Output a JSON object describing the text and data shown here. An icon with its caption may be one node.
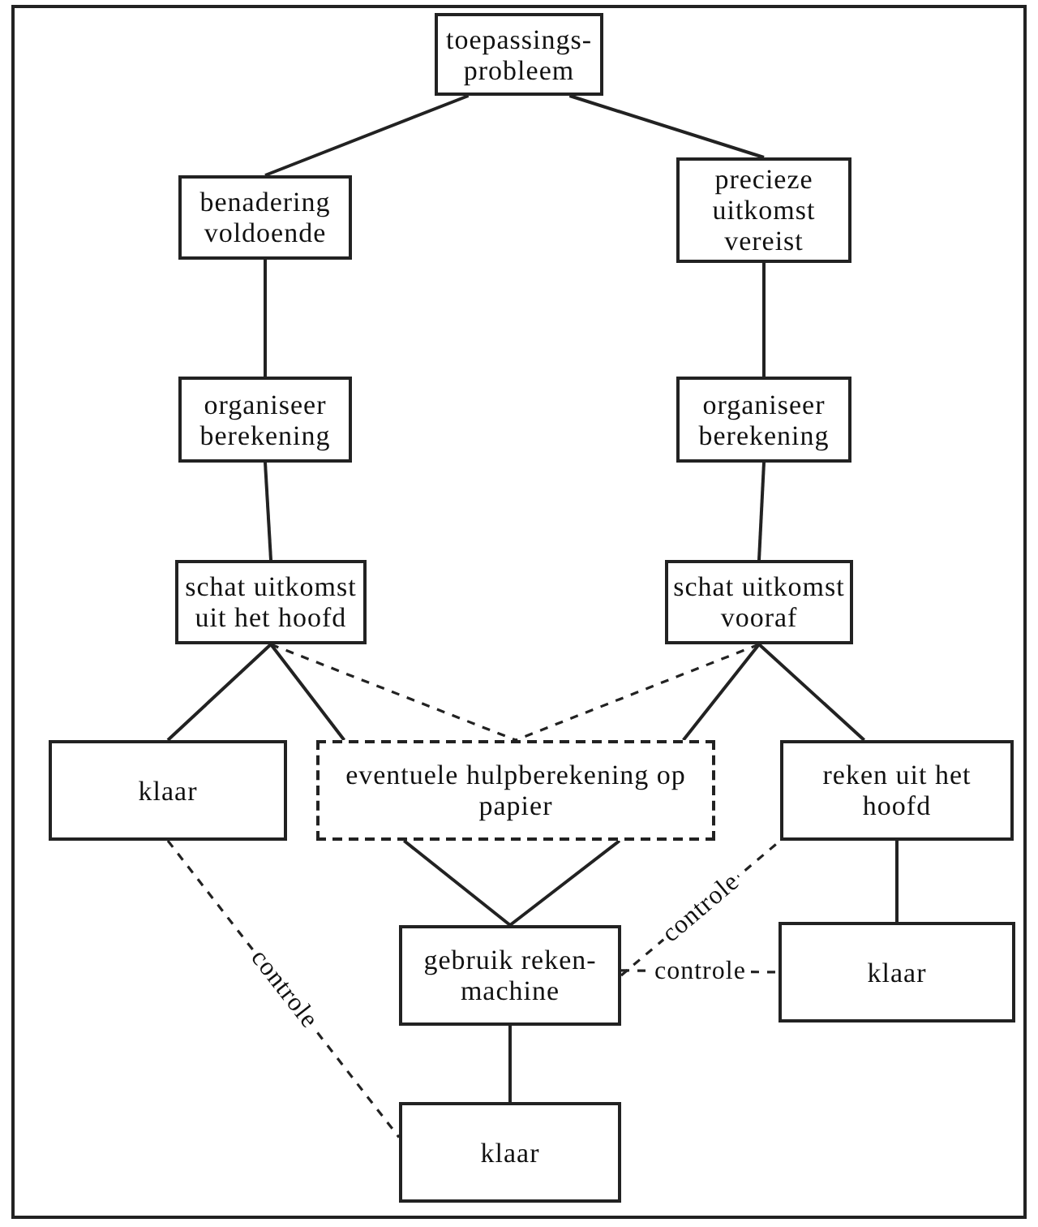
{
  "diagram": {
    "nodes": [
      {
        "text": [
          "toepassings- probleem"
        ]
      },
      {
        "text": [
          "benadering voldoende"
        ]
      },
      {
        "text": [
          "precieze uitkomst vereist"
        ]
      },
      {
        "text": [
          "organiseer berekening"
        ]
      },
      {
        "text": [
          "organiseer berekening"
        ]
      },
      {
        "text": [
          "schat uitkomst uit het hoofd"
        ]
      },
      {
        "text": [
          "schat uitkomst vooraf"
        ]
      },
      {
        "text": [
          "klaar"
        ]
      },
      {
        "text": [
          "eventuele hulpberekening op papier"
        ]
      },
      {
        "text": [
          "reken uit het hoofd"
        ]
      },
      {
        "text": [
          "gebruik reken- machine"
        ]
      },
      {
        "text": [
          "klaar"
        ]
      },
      {
        "text": [
          "klaar"
        ]
      }
    ],
    "edges": [
      {
        "from": 0,
        "to": 1,
        "arrow": "none"
      },
      {
        "from": 0,
        "to": 2,
        "arrow": "none"
      },
      {
        "from": 1,
        "to": 3,
        "arrow": "none"
      },
      {
        "from": 2,
        "to": 4,
        "arrow": "none"
      },
      {
        "from": 3,
        "to": 5,
        "arrow": "none"
      },
      {
        "from": 4,
        "to": 6,
        "arrow": "none"
      },
      {
        "from": 5,
        "to": 7,
        "arrow": "none"
      },
      {
        "from": 5,
        "to": 8,
        "arrow": "none"
      },
      {
        "from": 5,
        "to": 8,
        "arrow": "none",
        "style": "dashed"
      },
      {
        "from": 6,
        "to": 8,
        "arrow": "none",
        "style": "dashed"
      },
      {
        "from": 6,
        "to": 8,
        "arrow": "none"
      },
      {
        "from": 6,
        "to": 9,
        "arrow": "none"
      },
      {
        "from": 8,
        "to": 10,
        "arrow": "none"
      },
      {
        "from": 8,
        "to": 10,
        "arrow": "none"
      },
      {
        "from": 9,
        "to": 11,
        "arrow": "none"
      },
      {
        "from": 10,
        "to": 12,
        "arrow": "none"
      },
      {
        "from": 7,
        "to": 12,
        "arrow": "none",
        "style": "dashed",
        "label": "controle"
      },
      {
        "from": 10,
        "to": 9,
        "arrow": "none",
        "style": "dashed",
        "label": "controle"
      },
      {
        "from": 10,
        "to": 11,
        "arrow": "none",
        "style": "dashed",
        "label": "controle"
      }
    ]
  }
}
